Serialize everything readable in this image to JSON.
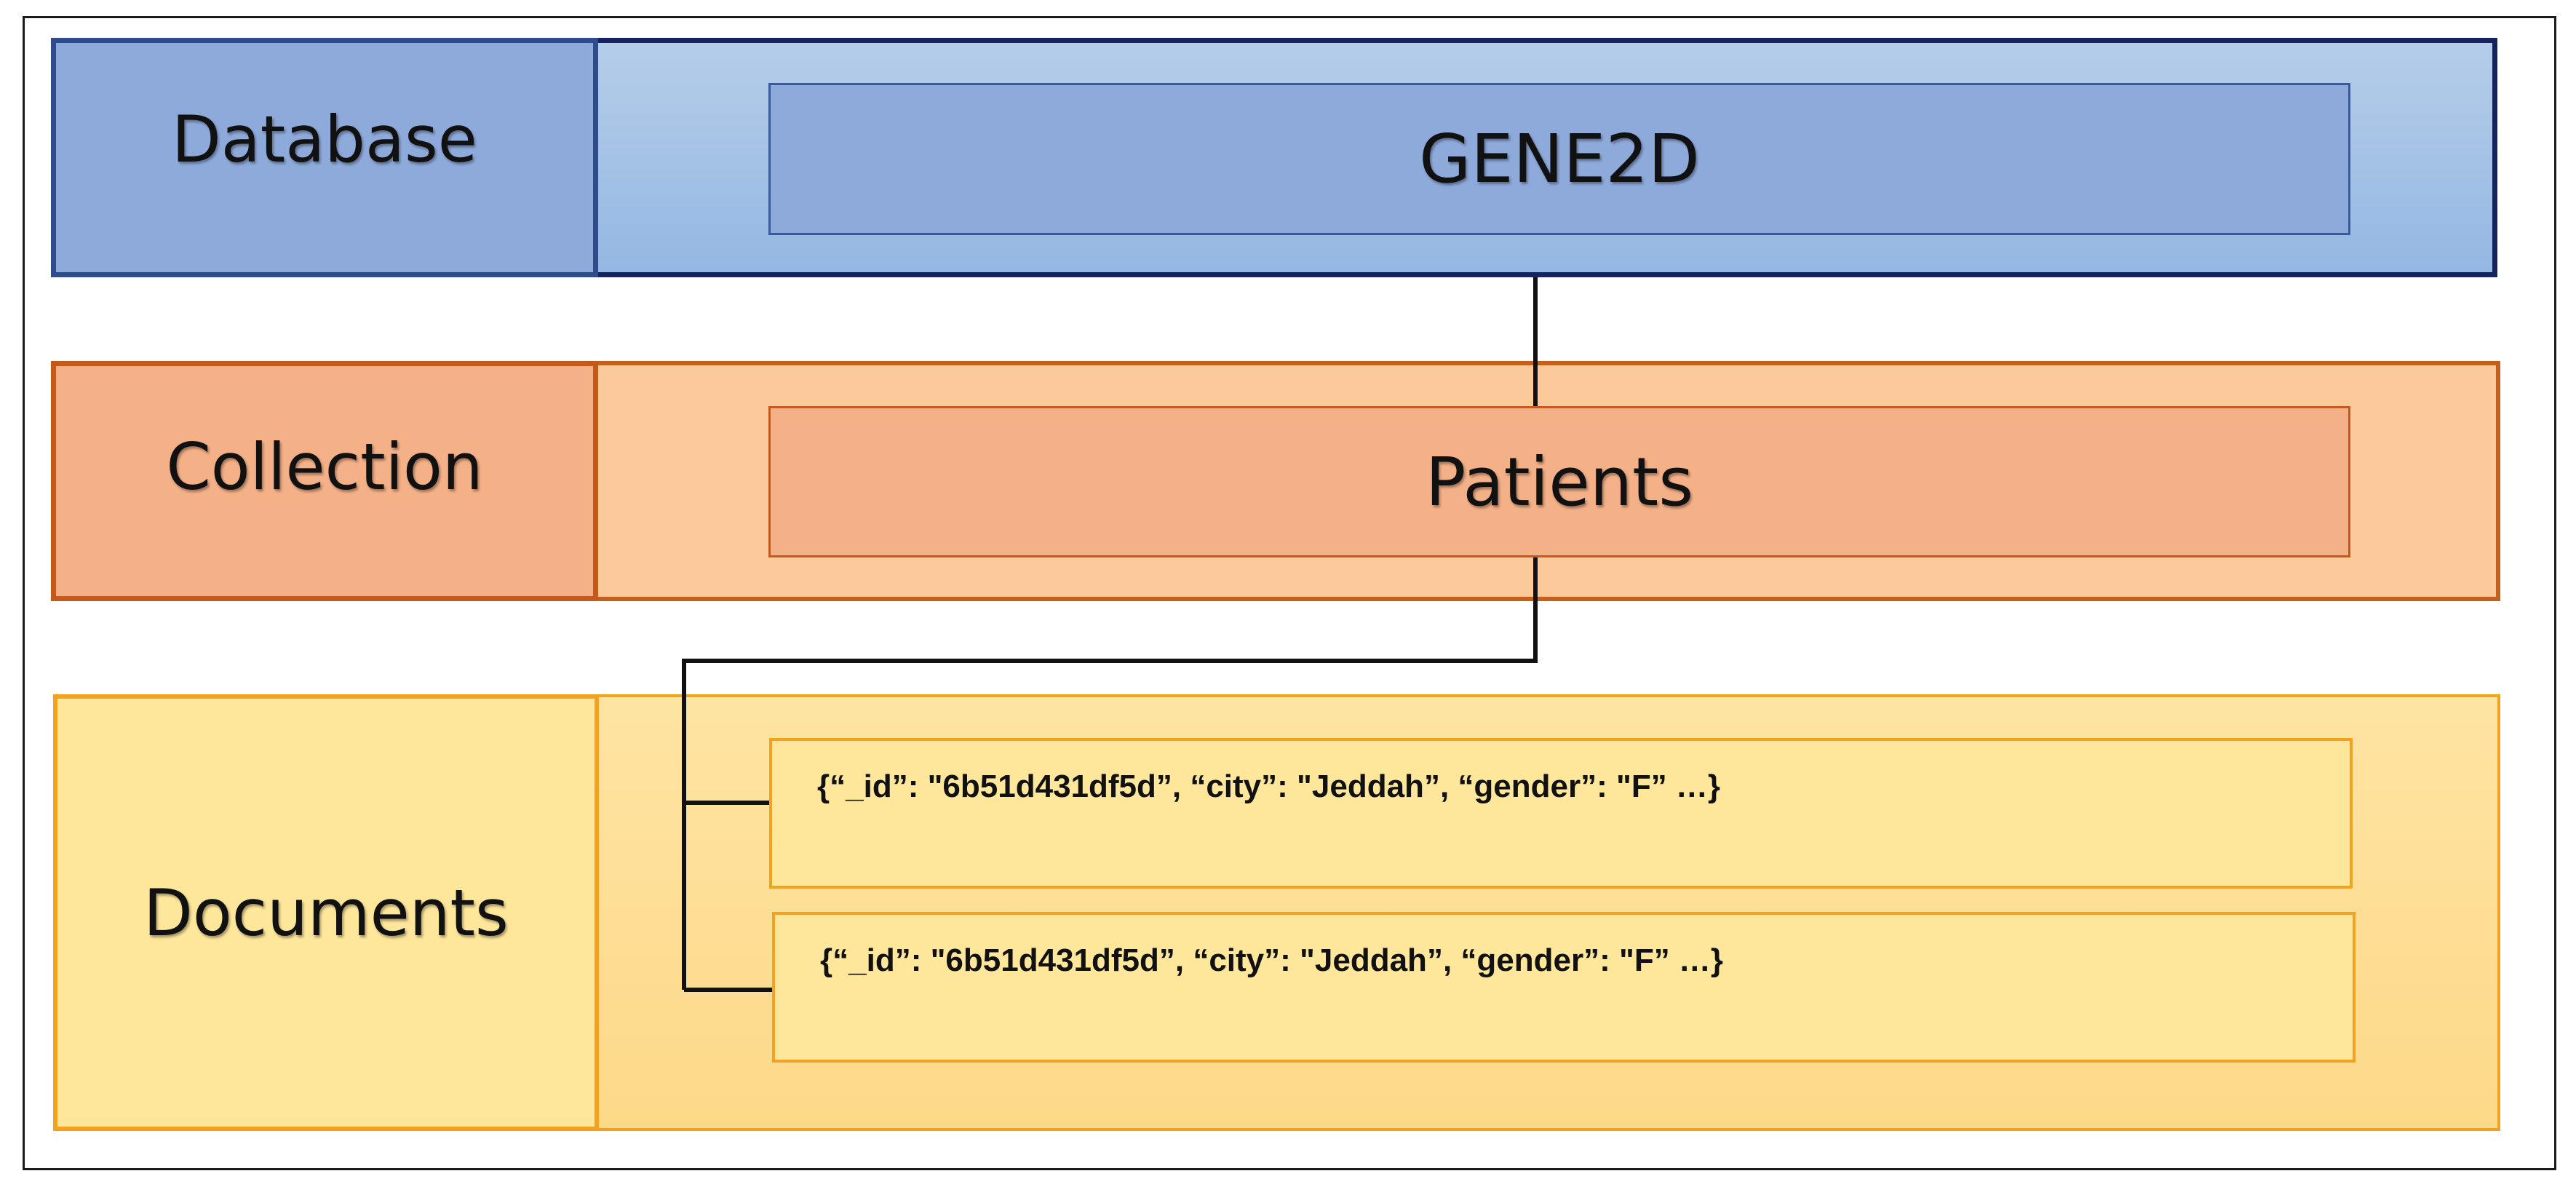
{
  "diagram": {
    "layers": {
      "database": {
        "label": "Database",
        "item": "GENE2D"
      },
      "collection": {
        "label": "Collection",
        "item": "Patients"
      },
      "documents": {
        "label": "Documents",
        "items": [
          "{“_id”: \"6b51d431df5d”, “city”: \"Jeddah”, “gender”: \"F” …}",
          "{“_id”: \"6b51d431df5d”, “city”: \"Jeddah”, “gender”: \"F” …}"
        ]
      }
    },
    "colors": {
      "database_fill": "#8eaadb",
      "database_border": "#15245e",
      "collection_fill": "#f4b087",
      "collection_border": "#c4591a",
      "documents_fill": "#fee69b",
      "documents_border": "#f3a21f",
      "connector": "#111111"
    }
  }
}
